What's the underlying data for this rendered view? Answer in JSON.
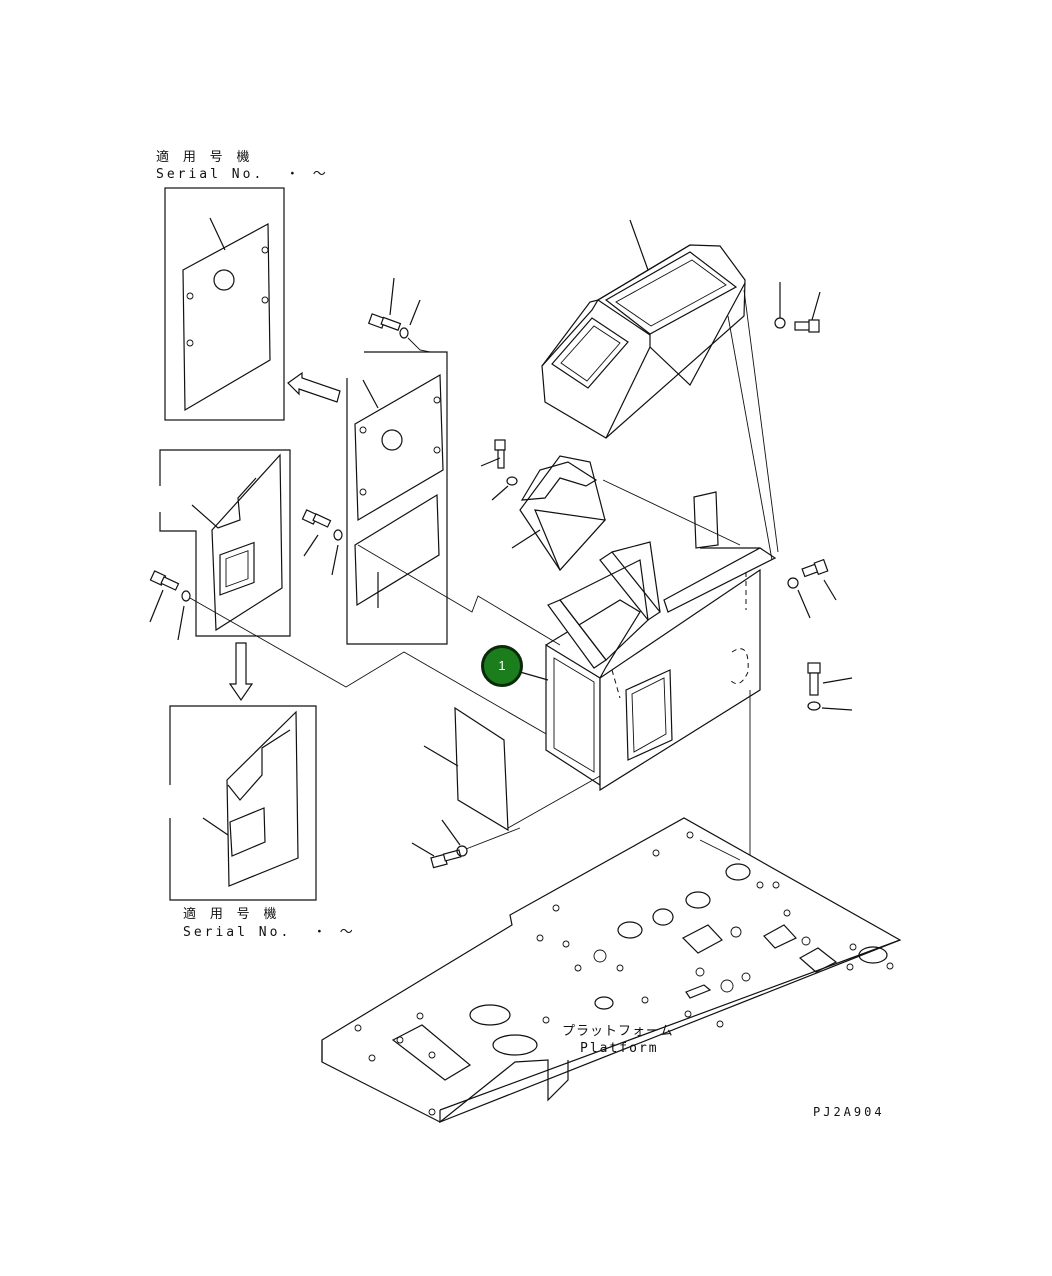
{
  "labels": {
    "serial_top_jp": "適 用 号 機",
    "serial_top_en": "Serial No.  ・ ～",
    "serial_bottom_jp": "適 用 号 機",
    "serial_bottom_en": "Serial No.  ・ ～",
    "platform_jp": "プラットフォーム",
    "platform_en": "Platform",
    "drawing_code": "PJ2A904"
  },
  "callouts": [
    {
      "id": "part-1",
      "label": "1",
      "color": "#1b7d1b"
    }
  ],
  "colors": {
    "line": "#111111",
    "callout_fill": "#1b7d1b",
    "background": "#ffffff"
  }
}
